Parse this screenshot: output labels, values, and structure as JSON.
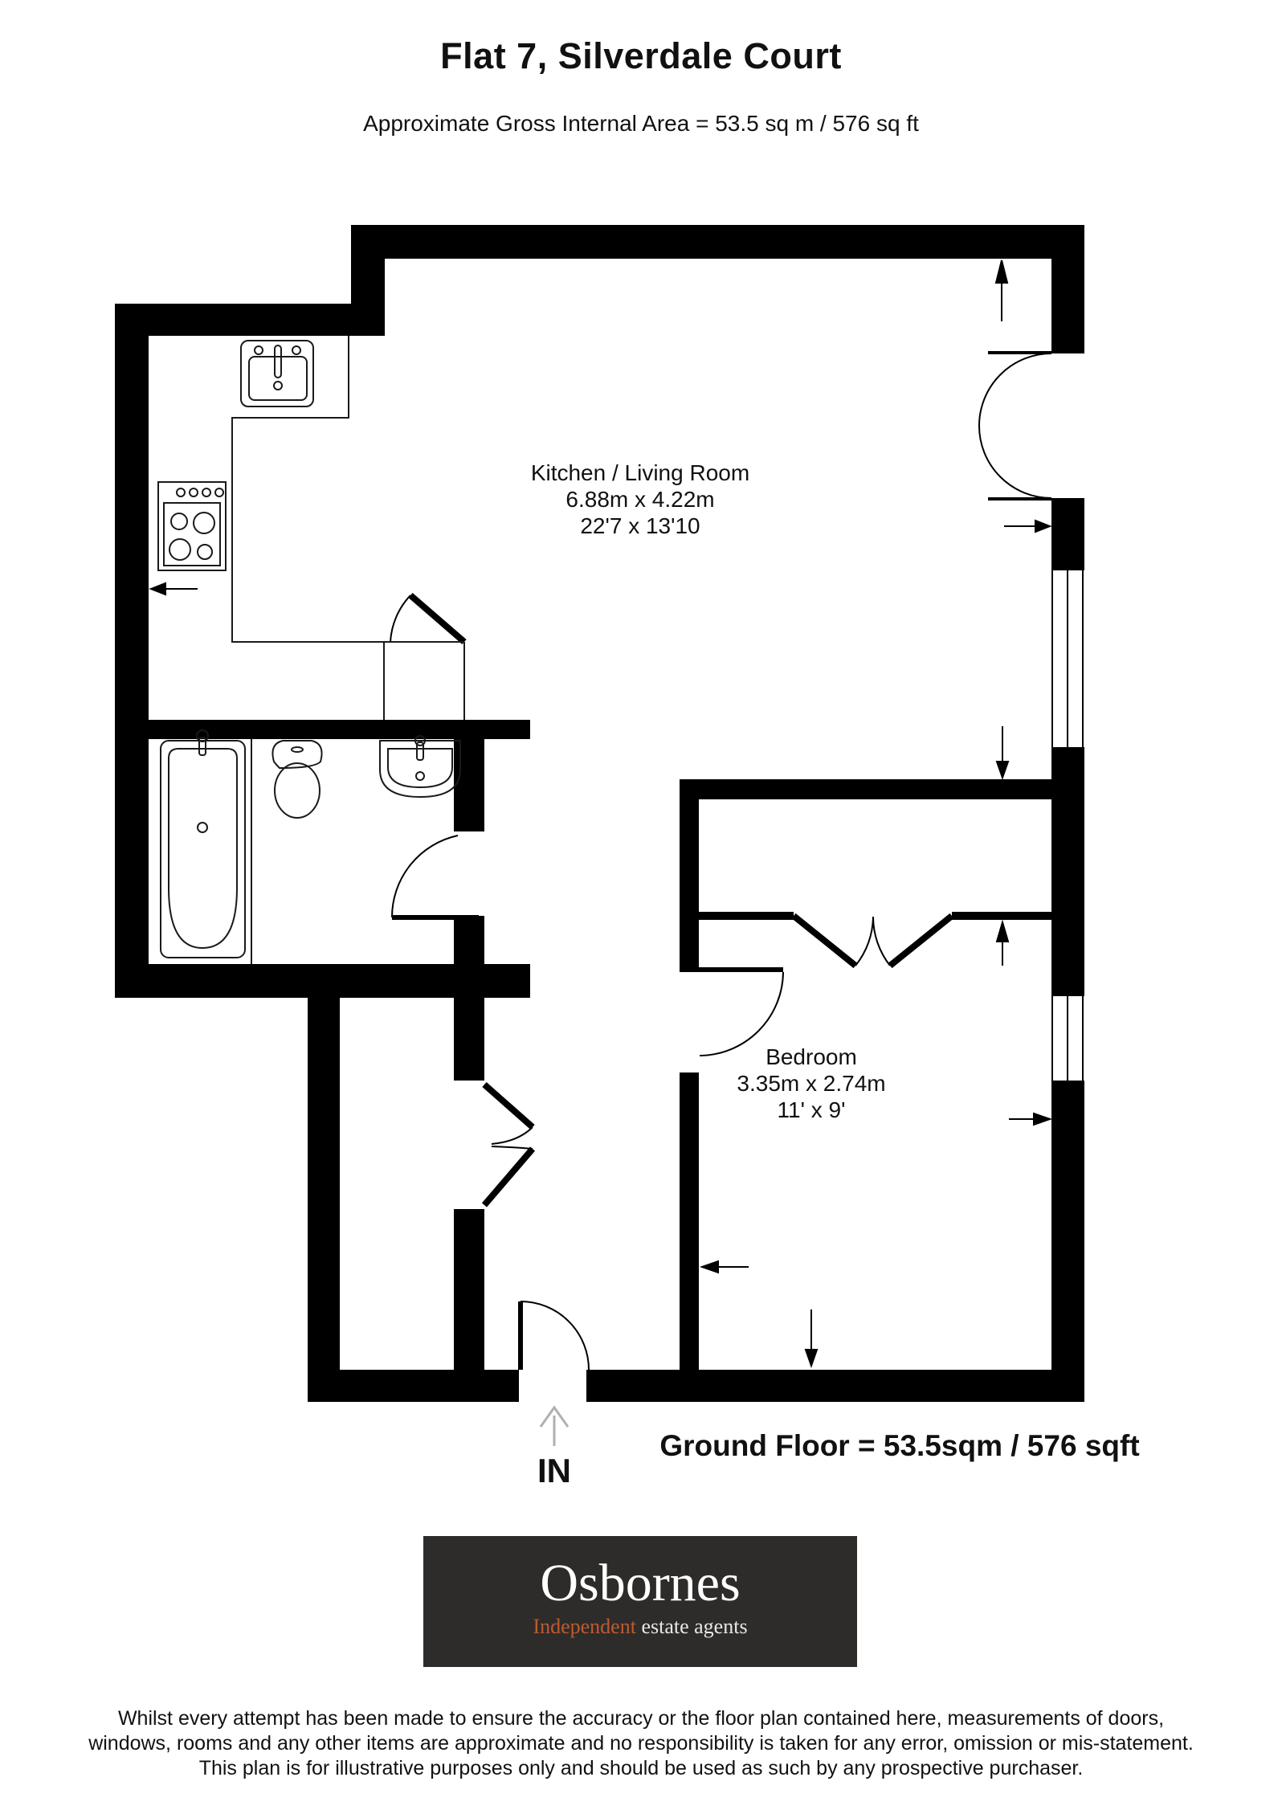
{
  "header": {
    "title": "Flat 7, Silverdale Court",
    "subtitle": "Approximate Gross Internal Area = 53.5 sq m / 576 sq ft"
  },
  "plan": {
    "rooms": [
      {
        "name": "Kitchen / Living Room",
        "dim_metric": "6.88m x 4.22m",
        "dim_imperial": "22'7 x 13'10"
      },
      {
        "name": "Bedroom",
        "dim_metric": "3.35m x 2.74m",
        "dim_imperial": "11' x 9'"
      }
    ],
    "entrance_label": "IN",
    "floor_summary": "Ground Floor = 53.5sqm / 576 sqft"
  },
  "logo": {
    "brand": "Osbornes",
    "tagline_highlight": "Independent",
    "tagline_rest": " estate agents",
    "box_color": "#2d2c2a",
    "highlight_color": "#c05a2e"
  },
  "disclaimer": {
    "lines": [
      "Whilst every attempt has been made to ensure the accuracy or the floor plan contained here, measurements of doors,",
      "windows, rooms and any other items are approximate and no responsibility is taken for any error, omission or mis-statement.",
      "This plan is for illustrative purposes only and should be used as such by any prospective purchaser."
    ]
  }
}
